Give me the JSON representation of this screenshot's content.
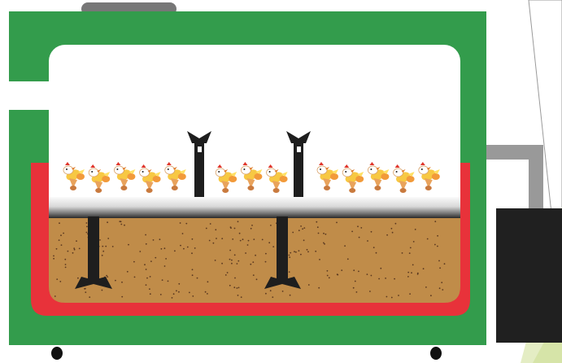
{
  "diagram": {
    "colors": {
      "cabinet": "#339c4c",
      "chamber": "#ffffff",
      "heating_tray": "#e8323a",
      "sand": "#c08c49",
      "sand_speck": "#5a3820",
      "stand": "#1e1e1e",
      "conveyor_light": "#f5f5f5",
      "conveyor_dark": "#2a2a2a",
      "pipe": "#999999",
      "handle": "#777777",
      "unit_box": "#202020",
      "accent_bg": "#e4edc4"
    },
    "components": [
      "cabinet",
      "chamber",
      "heating-tray",
      "sand-bed",
      "conveyor-belt",
      "support-stand-left",
      "support-stand-right",
      "chicken-row",
      "pipe",
      "external-unit",
      "handle",
      "feet"
    ],
    "chicken_count": 13,
    "icons": {
      "chicken": "chicken-icon",
      "stand": "support-stand-icon"
    }
  }
}
